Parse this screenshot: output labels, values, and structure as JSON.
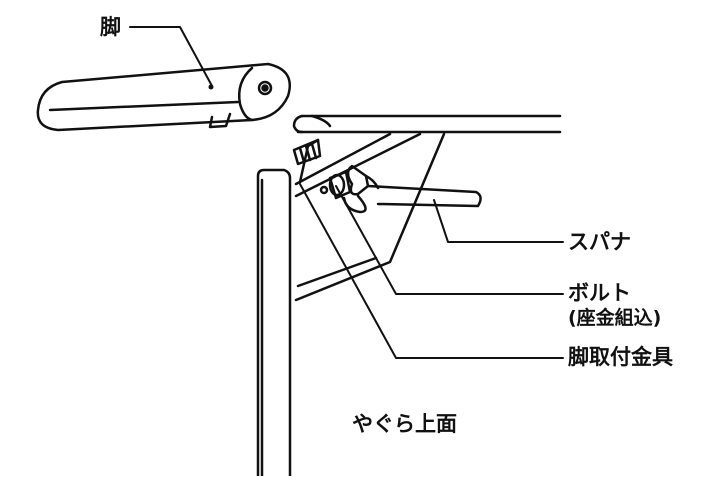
{
  "labels": {
    "leg": "脚",
    "spanner": "スパナ",
    "bolt": "ボルト",
    "bolt_note": "(座金組込)",
    "bracket": "脚取付金具",
    "frame_top": "やぐら上面"
  }
}
